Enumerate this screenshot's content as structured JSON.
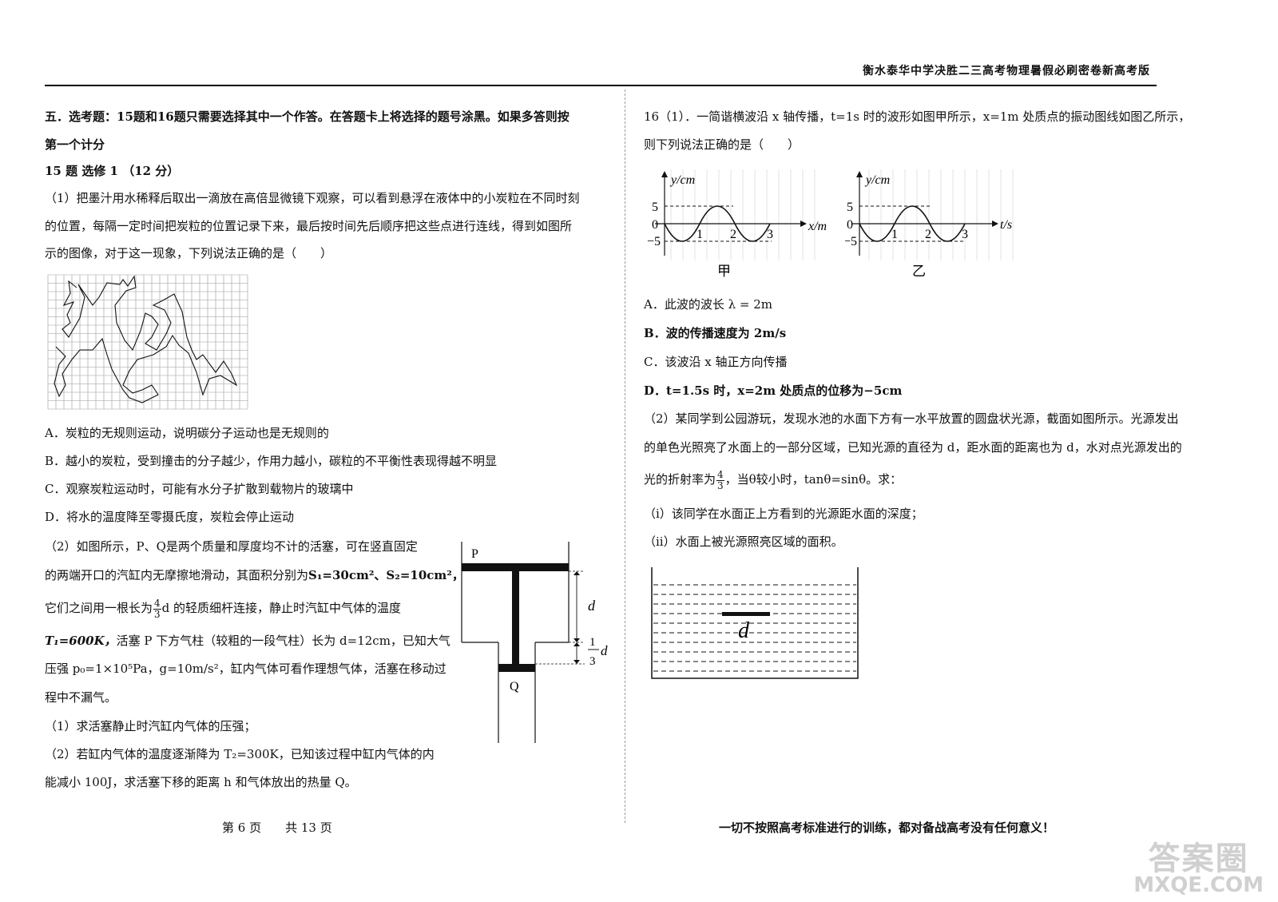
{
  "header": {
    "title": "衡水泰华中学决胜二三高考物理暑假必刷密卷新高考版"
  },
  "left": {
    "section_title_1": "五．选考题：15题和16题只需要选择其中一个作答。在答题卡上将选择的题号涂黑。如果多答则按",
    "section_title_2": "第一个计分",
    "q15_title": "15 题  选修 1  （12 分）",
    "q15_p1_l1": "（1）把墨汁用水稀释后取出一滴放在高倍显微镜下观察，可以看到悬浮在液体中的小炭粒在不同时刻",
    "q15_p1_l2": "的位置，每隔一定时间把炭粒的位置记录下来，最后按时间先后顺序把这些点进行连线，得到如图所",
    "q15_p1_l3": "示的图像，对于这一现象，下列说法正确的是（　　）",
    "options": [
      "A．炭粒的无规则运动，说明碳分子运动也是无规则的",
      "B．越小的炭粒，受到撞击的分子越少，作用力越小，碳粒的不平衡性表现得越不明显",
      "C．观察炭粒运动时，可能有水分子扩散到载物片的玻璃中",
      "D．将水的温度降至零摄氏度，炭粒会停止运动"
    ],
    "q15_p2": {
      "l1": "（2）如图所示，P、Q是两个质量和厚度均不计的活塞，可在竖直固定",
      "l2a": "的两端开口的汽缸内无摩擦地滑动，其面积分别为",
      "l2b": "S₁=30cm²、S₂=10cm²，",
      "l3a": "它们之间用一根长为",
      "frac_n": "4",
      "frac_d": "3",
      "l3b": "d 的轻质细杆连接，静止时汽缸中气体的温度",
      "l4a": "T₁=600K，",
      "l4b": "活塞 P 下方气柱（较粗的一段气柱）长为 d=12cm，已知大气",
      "l5": "压强 p₀=1×10⁵Pa，g=10m/s²，缸内气体可看作理想气体，活塞在移动过",
      "l6": "程中不漏气。",
      "q1": "（1）求活塞静止时汽缸内气体的压强；",
      "q2_l1": "（2）若缸内气体的温度逐渐降为 T₂=300K，已知该过程中缸内气体的内",
      "q2_l2": "能减小 100J，求活塞下移的距离 h 和气体放出的热量 Q。"
    },
    "piston_fig": {
      "P": "P",
      "Q": "Q",
      "d": "d",
      "frac_n": "1",
      "frac_d": "3",
      "frac_var": "d"
    }
  },
  "right": {
    "q16_l1": "16（1）．一简谐横波沿 x 轴传播，t=1s 时的波形如图甲所示，x=1m 处质点的振动图线如图乙所示，",
    "q16_l2": "则下列说法正确的是（　　）",
    "graph_jia": {
      "ylabel": "y/cm",
      "xlabel": "x/m",
      "y5": "5",
      "y0": "0",
      "yn5": "−5",
      "t1": "1",
      "t2": "2",
      "t3": "3",
      "caption": "甲"
    },
    "graph_yi": {
      "ylabel": "y/cm",
      "xlabel": "t/s",
      "y5": "5",
      "y0": "0",
      "yn5": "−5",
      "t1": "1",
      "t2": "2",
      "t3": "3",
      "caption": "乙"
    },
    "options": [
      "A．此波的波长 λ = 2m",
      "B．波的传播速度为 2m/s",
      "C．该波沿 x 轴正方向传播",
      "D．t=1.5s 时，x=2m 处质点的位移为−5cm"
    ],
    "p2_l1": "（2）某同学到公园游玩，发现水池的水面下方有一水平放置的圆盘状光源，截面如图所示。光源发出",
    "p2_l2": "的单色光照亮了水面上的一部分区域，已知光源的直径为 d，距水面的距离也为 d，水对点光源发出的",
    "p2_l3a": "光的折射率为",
    "p2_frac_n": "4",
    "p2_frac_d": "3",
    "p2_l3b": "，当θ较小时，tanθ=sinθ。求：",
    "p2_q1": "（i）该同学在水面正上方看到的光源距水面的深度；",
    "p2_q2": "（ii）水面上被光源照亮区域的面积。",
    "pool_label": "d"
  },
  "footer": {
    "page": "第 6 页　　共 13 页",
    "slogan": "一切不按照高考标准进行的训练，都对备战高考没有任何意义！"
  },
  "watermark": {
    "top": "答案圈",
    "bottom": "MXQE.COM"
  }
}
